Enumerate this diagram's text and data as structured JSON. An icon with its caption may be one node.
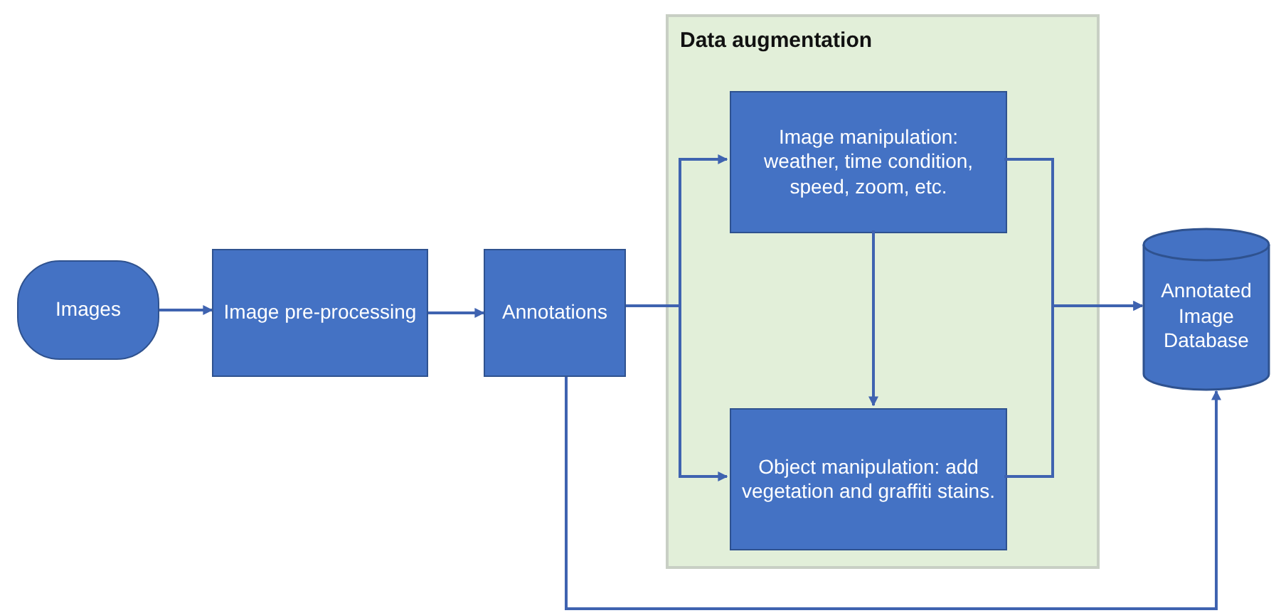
{
  "diagram": {
    "nodes": [
      {
        "text": [
          "Images"
        ]
      },
      {
        "text": [
          "Image pre-processing"
        ]
      },
      {
        "text": [
          "Annotations"
        ]
      },
      {
        "text": [
          "Data augmentation"
        ]
      },
      {
        "text": [
          "Image manipulation: weather, time condition, speed, zoom, etc."
        ],
        "in": 3
      },
      {
        "text": [
          "Object manipulation: add vegetation and graffiti stains."
        ],
        "in": 3
      },
      {
        "text": [
          "Annotated Image Database"
        ]
      }
    ],
    "edges": [
      {
        "from": 0,
        "to": 1,
        "arrow": "to"
      },
      {
        "from": 1,
        "to": 2,
        "arrow": "to"
      },
      {
        "from": 2,
        "to": 4,
        "arrow": "to"
      },
      {
        "from": 2,
        "to": 5,
        "arrow": "to"
      },
      {
        "from": 4,
        "to": 5,
        "arrow": "to"
      },
      {
        "from": 4,
        "to": 6,
        "arrow": "to"
      },
      {
        "from": 5,
        "to": 6,
        "arrow": "to"
      },
      {
        "from": 2,
        "to": 6,
        "arrow": "to"
      }
    ]
  }
}
